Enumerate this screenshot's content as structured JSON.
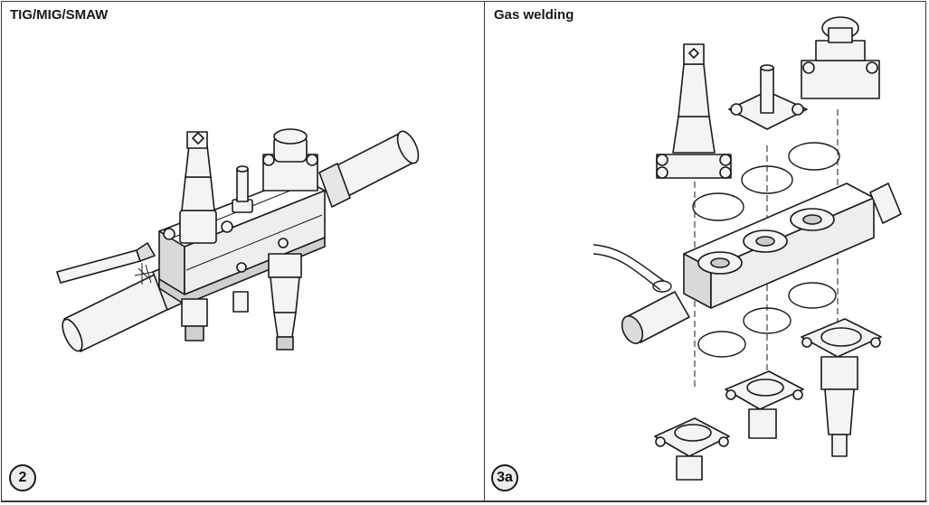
{
  "panels": [
    {
      "title": "TIG/MIG/SMAW",
      "figure_number": "2",
      "illustration": "welding-torch-on-valve-assembly"
    },
    {
      "title": "Gas welding",
      "figure_number": "3a",
      "illustration": "exploded-valve-assembly-gas-welding"
    }
  ],
  "colors": {
    "line": "#1a1a1a",
    "fill": "#f4f4f4",
    "shade": "#cfcfcf",
    "border": "#3a3a3a"
  }
}
